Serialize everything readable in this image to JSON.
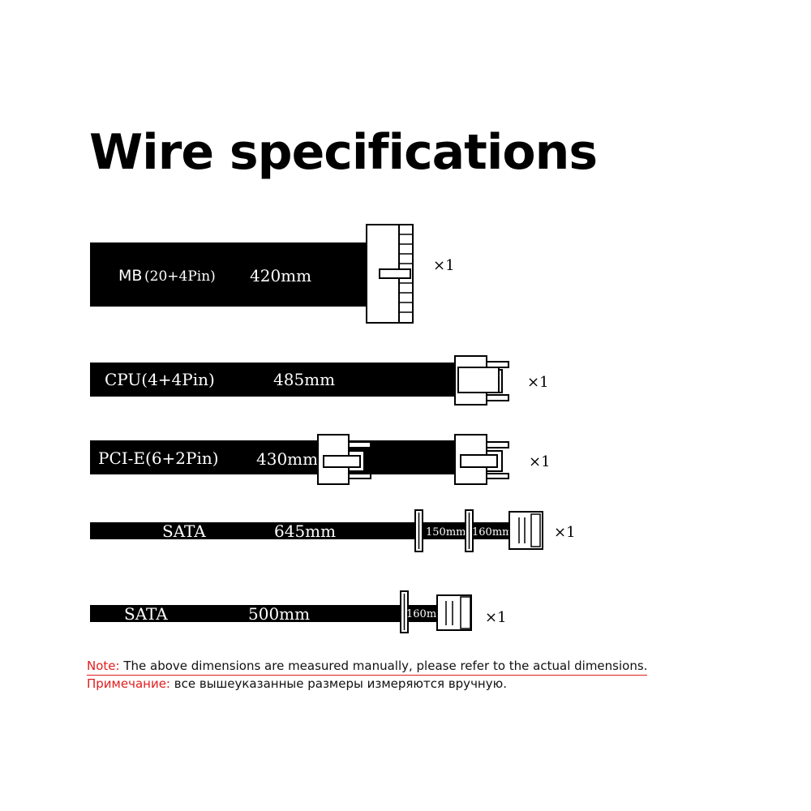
{
  "title": "Wire specifications",
  "colors": {
    "note_accent": "#e11d1d",
    "cable": "#000000",
    "connector": "#ffffff"
  },
  "cables": [
    {
      "label": "MB",
      "label_suffix": "(20+4Pin)",
      "length": "420mm",
      "quantity": "×1"
    },
    {
      "label": "CPU(4+4Pin)",
      "length": "485mm",
      "quantity": "×1"
    },
    {
      "label": "PCI-E(6+2Pin)",
      "length": "430mm",
      "quantity": "×1"
    },
    {
      "label": "SATA",
      "length": "645mm",
      "segments": [
        "150mm",
        "160mm"
      ],
      "quantity": "×1"
    },
    {
      "label": "SATA",
      "length": "500mm",
      "segments": [
        "160mm"
      ],
      "quantity": "×1"
    }
  ],
  "notes": {
    "en_label": "Note:",
    "en_text": " The above dimensions are measured manually, please refer to the actual dimensions.",
    "ru_label": "Примечание:",
    "ru_text": " все вышеуказанные размеры измеряются вручную."
  }
}
